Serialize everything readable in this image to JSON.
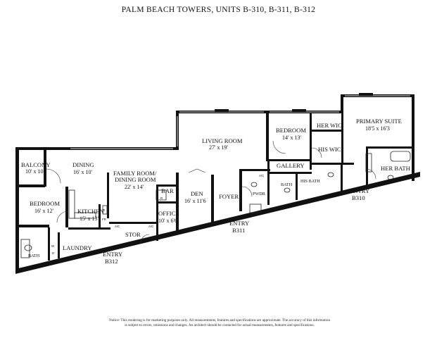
{
  "title": "PALM BEACH TOWERS, UNITS B-310, B-311, B-312",
  "rooms": {
    "balcony": {
      "name": "BALCONY",
      "dims": "10' x 10'"
    },
    "dining": {
      "name": "DINING",
      "dims": "16' x 10'"
    },
    "family": {
      "name": "FAMILY ROOM/",
      "name2": "DINING ROOM",
      "dims": "22' x 14'"
    },
    "bedroom1": {
      "name": "BEDROOM",
      "dims": "16' x 12'"
    },
    "kitchen": {
      "name": "KITCHEN",
      "dims": "15' x 13'"
    },
    "laundry": {
      "name": "LAUNDRY"
    },
    "bath1": {
      "name": "BATH"
    },
    "bar": {
      "name": "BAR"
    },
    "office": {
      "name": "OFFICE",
      "dims": "10' x 6'6"
    },
    "stor": {
      "name": "STOR"
    },
    "den": {
      "name": "DEN",
      "dims": "16' x 11'6"
    },
    "living": {
      "name": "LIVING ROOM",
      "dims": "27' x 19'"
    },
    "foyer": {
      "name": "FOYER"
    },
    "bedroom2": {
      "name": "BEDROOM",
      "dims": "14' x 13'"
    },
    "herwic": {
      "name": "HER WIC"
    },
    "hiswic": {
      "name": "HIS WIC"
    },
    "gallery": {
      "name": "GALLERY"
    },
    "pwdr": {
      "name": "PWDR"
    },
    "bath2": {
      "name": "BATH"
    },
    "hisbath": {
      "name": "HIS BATH"
    },
    "primary": {
      "name": "PRIMARY SUITE",
      "dims": "18'5 x 16'3"
    },
    "herbath": {
      "name": "HER BATH"
    }
  },
  "small_labels": {
    "w": "W",
    "d": "D",
    "r1": "R",
    "fr": "FR",
    "ac1": "A/C",
    "ac2": "A/C",
    "r2": "R",
    "ac3": "A/C"
  },
  "entries": {
    "b312": {
      "label": "ENTRY",
      "unit": "B312"
    },
    "b311": {
      "label": "ENTRY",
      "unit": "B311"
    },
    "b310": {
      "label": "ENTRY",
      "unit": "B310"
    }
  },
  "disclaimer": {
    "line1": "Notice: This rendering is for marketing purposes only. All measurements, features and specifications are approximate. The accuracy of this information",
    "line2": "is subject to errors, omissions and changes. An architect should be contacted for actual measurements, features and specifications."
  }
}
